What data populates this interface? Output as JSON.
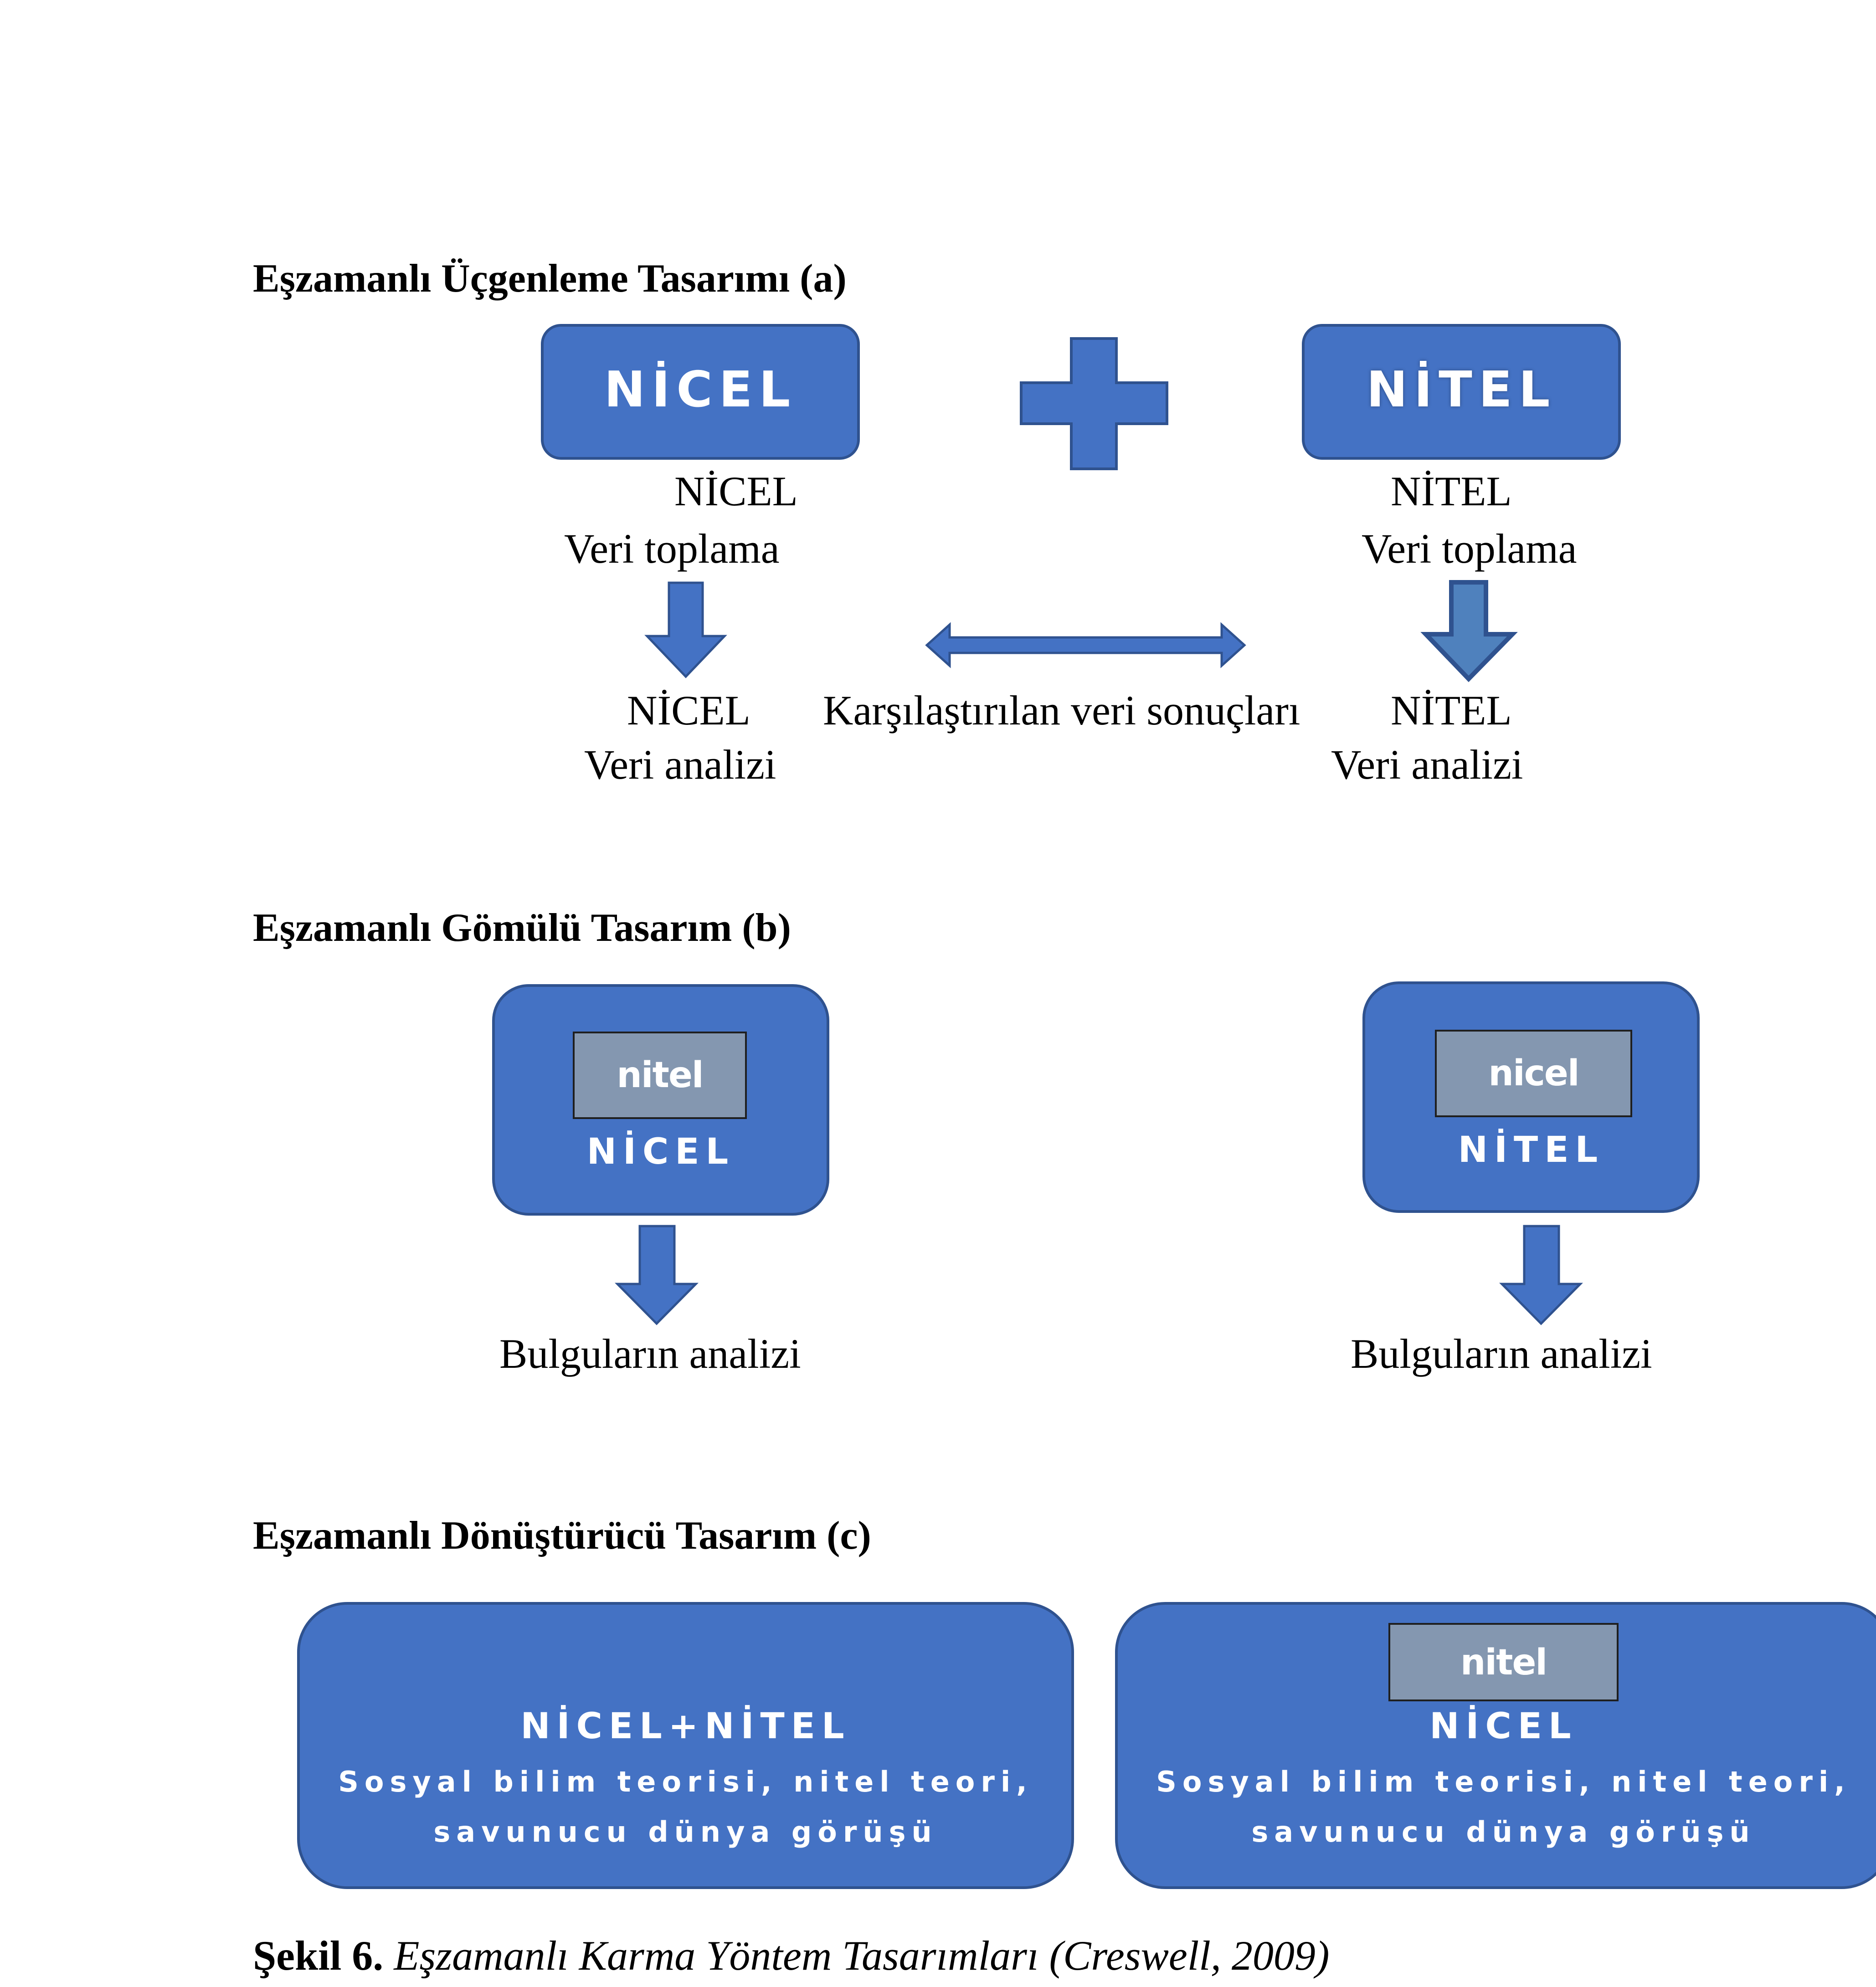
{
  "colors": {
    "box_fill": "#4472C4",
    "box_border": "#2F528F",
    "inner_fill": "#8497B0",
    "text_white": "#FFFFFF"
  },
  "section_a": {
    "heading": "Eşzamanlı Üçgenleme Tasarımı (a)",
    "box_left_label": "NİCEL",
    "box_right_label": "NİTEL",
    "plus_icon": "plus-icon",
    "left_collect_line1": "NİCEL",
    "left_collect_line2": "Veri toplama",
    "right_collect_line1": "NİTEL",
    "right_collect_line2": "Veri toplama",
    "left_analysis_line1": "NİCEL",
    "left_analysis_line2": "Veri analizi",
    "right_analysis_line1": "NİTEL",
    "right_analysis_line2": "Veri analizi",
    "compare_label": "Karşılaştırılan veri sonuçları"
  },
  "section_b": {
    "heading": "Eşzamanlı Gömülü Tasarım (b)",
    "left_inner": "nitel",
    "left_label": "NİCEL",
    "left_result": "Bulguların analizi",
    "right_inner": "nicel",
    "right_label": "NİTEL",
    "right_result": "Bulguların analizi"
  },
  "section_c": {
    "heading": "Eşzamanlı Dönüştürücü Tasarım (c)",
    "left_title": "NİCEL+NİTEL",
    "left_line1": "Sosyal bilim teorisi, nitel teori,",
    "left_line2": "savunucu dünya görüşü",
    "right_inner": "nitel",
    "right_title": "NİCEL",
    "right_line1": "Sosyal bilim teorisi, nitel teori,",
    "right_line2": "savunucu dünya görüşü"
  },
  "caption": {
    "label": "Şekil 6.",
    "text": "Eşzamanlı Karma Yöntem Tasarımları (Creswell, 2009)"
  }
}
